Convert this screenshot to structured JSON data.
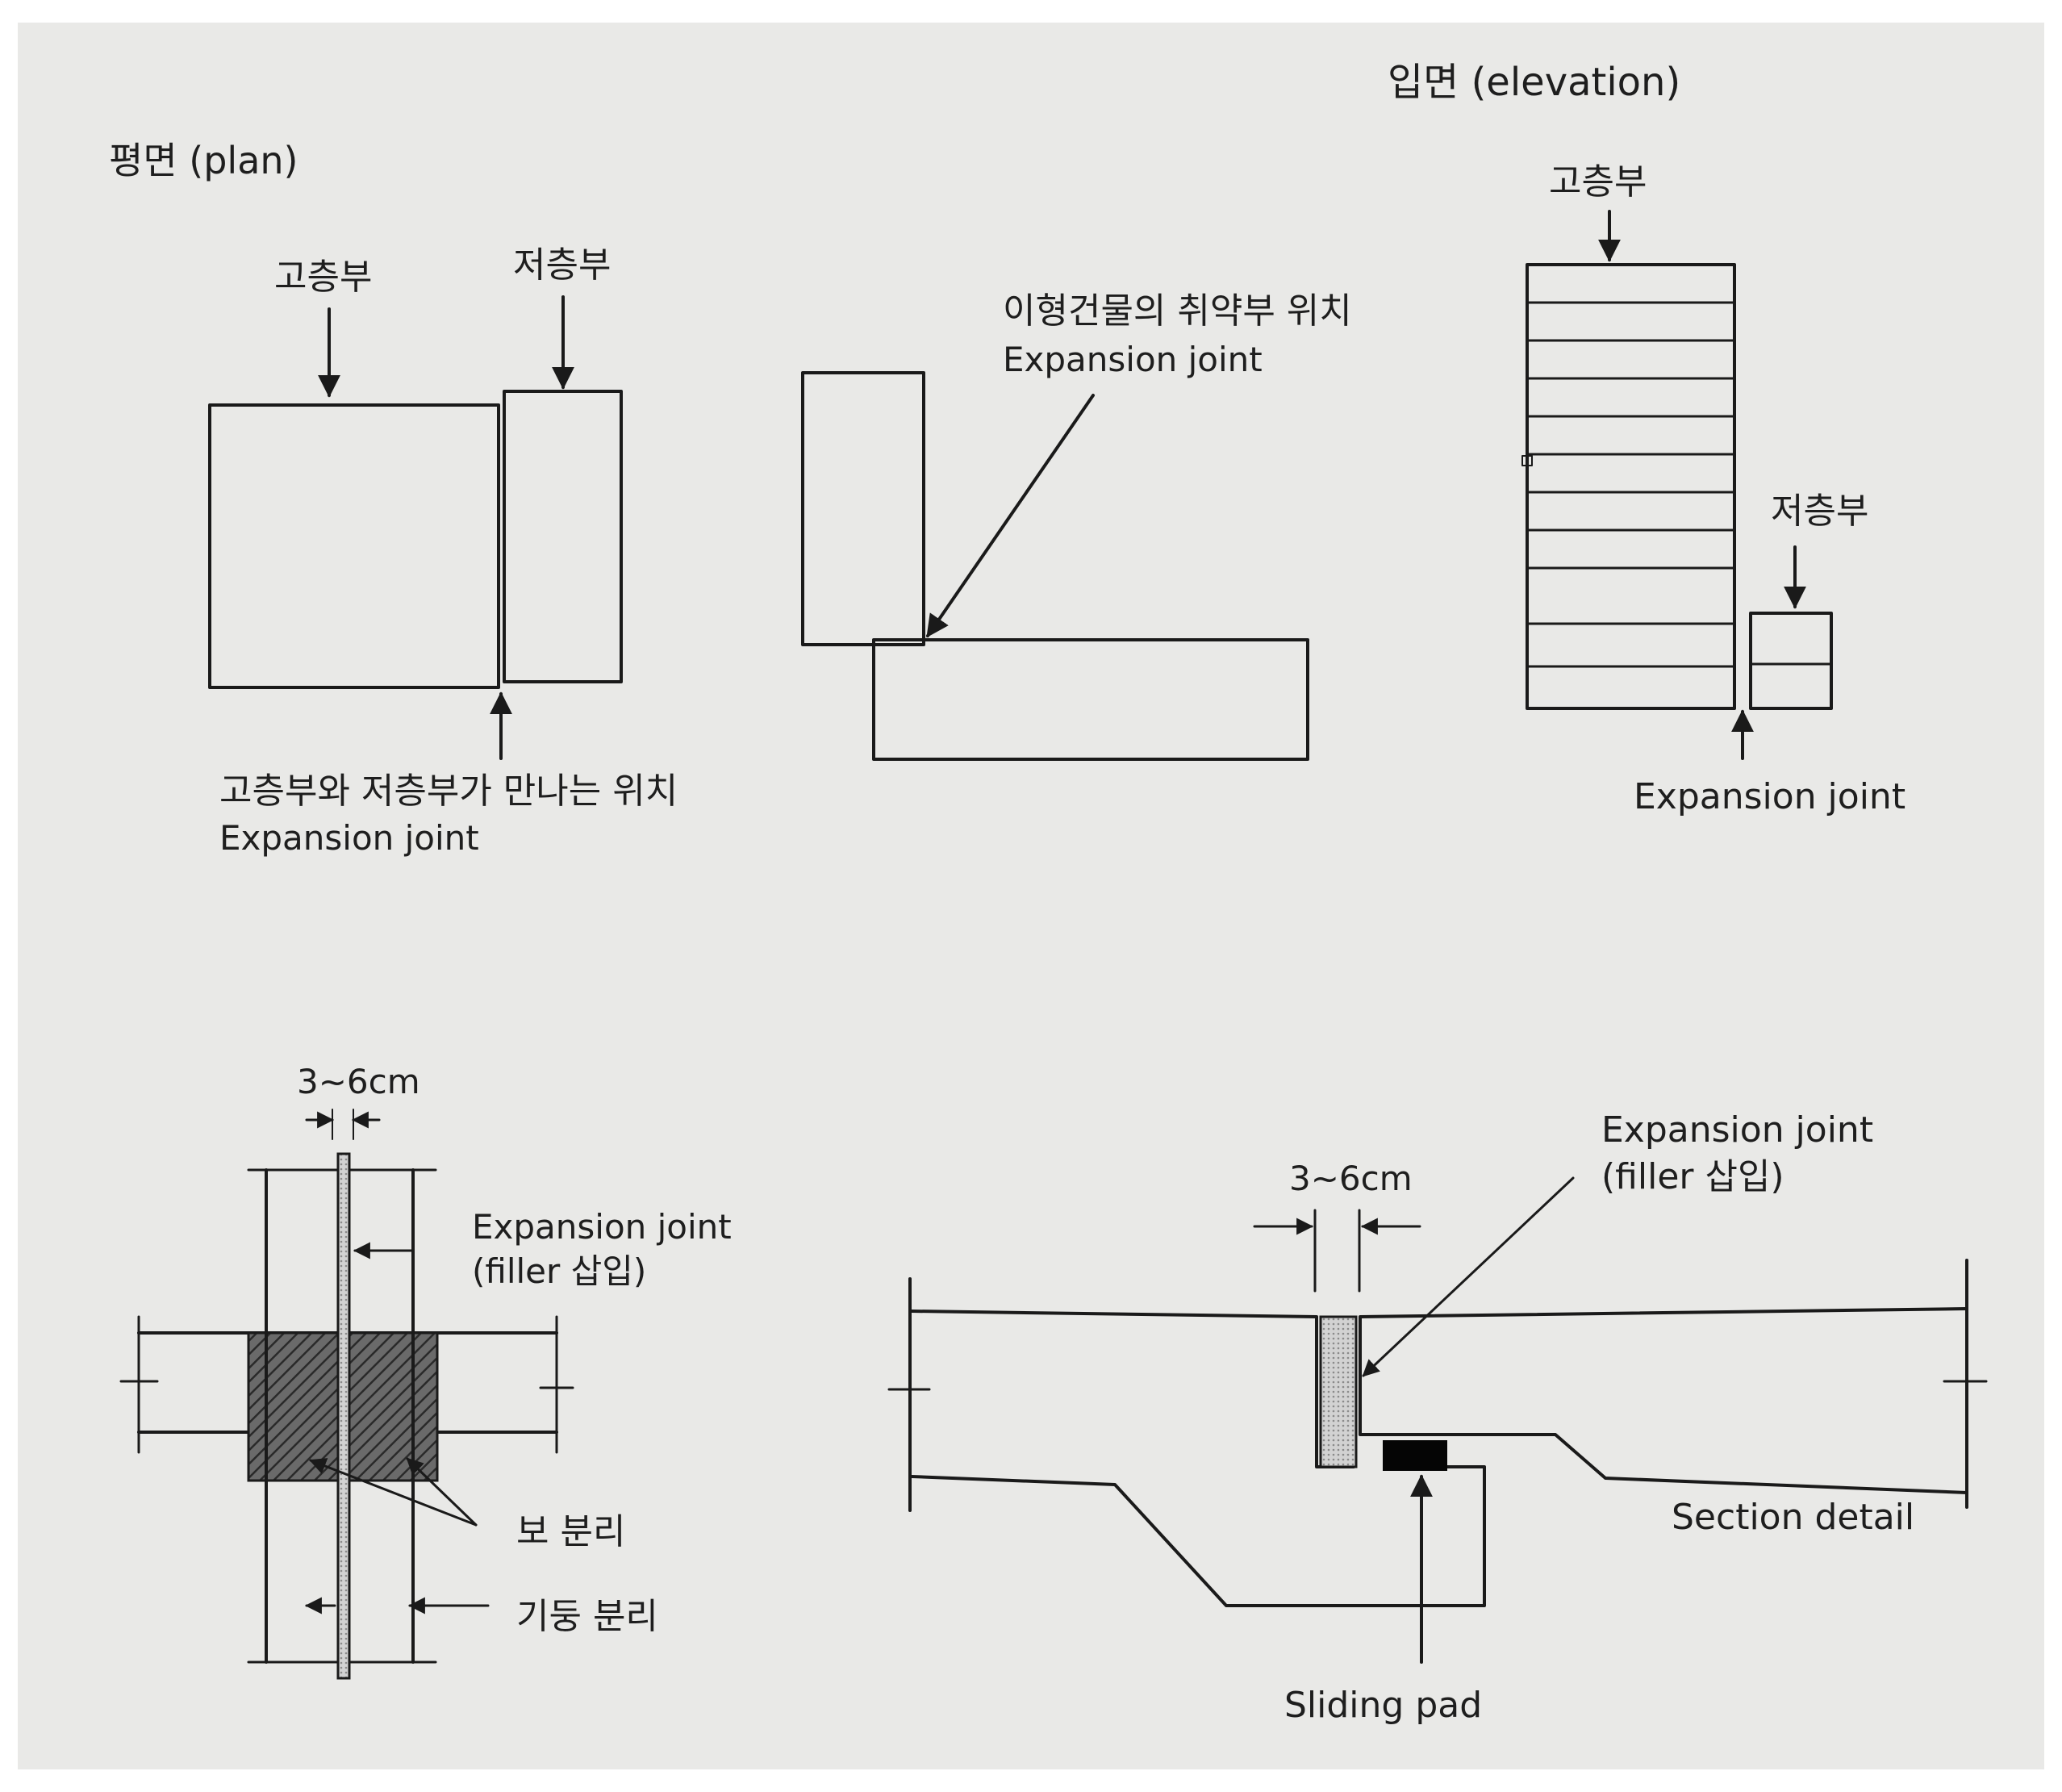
{
  "colors": {
    "paper": "#e9e9e7",
    "ink": "#1a1a1a",
    "hatch": "#3c3c3c",
    "filler": "#bdbdbd",
    "pad": "#050505"
  },
  "plan": {
    "title": "평면 (plan)",
    "high_rise_label": "고층부",
    "low_rise_label": "저층부",
    "junction_caption": "고층부와 저층부가 만나는 위치",
    "junction_joint_label": "Expansion joint",
    "weak_point_caption": "이형건물의 취약부 위치",
    "weak_point_joint_label": "Expansion joint"
  },
  "elevation": {
    "title": "입면 (elevation)",
    "high_rise_label": "고층부",
    "low_rise_label": "저층부",
    "joint_label": "Expansion joint"
  },
  "column_detail": {
    "gap_label": "3~6cm",
    "joint_label": "Expansion joint",
    "filler_label": "(filler 삽입)",
    "beam_separation_label": "보 분리",
    "column_separation_label": "기둥 분리"
  },
  "section_detail": {
    "gap_label": "3~6cm",
    "joint_label": "Expansion joint",
    "filler_label": "(filler 삽입)",
    "sliding_pad_label": "Sliding pad",
    "title": "Section detail"
  }
}
